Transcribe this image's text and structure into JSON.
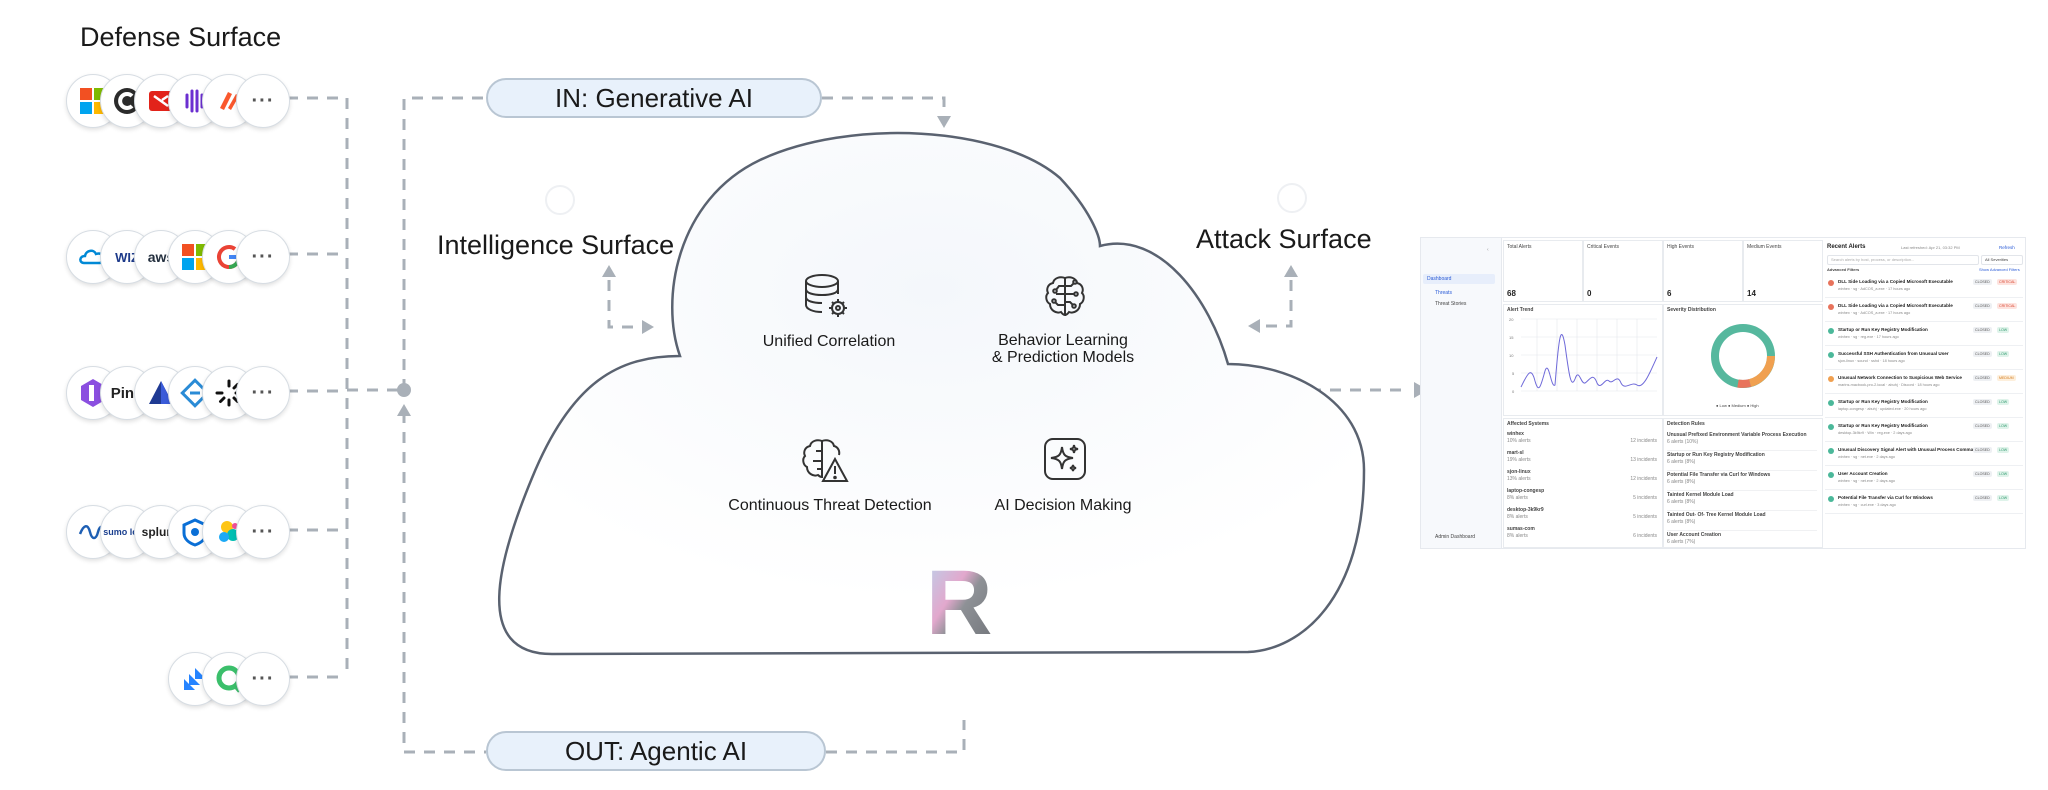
{
  "titles": {
    "defense": "Defense Surface",
    "intelligence": "Intelligence Surface",
    "attack": "Attack Surface"
  },
  "pills": {
    "in": "IN: Generative AI",
    "out": "OUT: Agentic AI"
  },
  "features": [
    {
      "label": "Unified Correlation",
      "icon": "database-gear-icon"
    },
    {
      "label": "Behavior Learning\n& Prediction Models",
      "icon": "brain-circuit-icon"
    },
    {
      "label": "Continuous Threat Detection",
      "icon": "brain-warning-icon"
    },
    {
      "label": "AI Decision Making",
      "icon": "sparkles-icon"
    }
  ],
  "brand_letter": "R",
  "defense_rows": [
    {
      "logos": [
        "microsoft-logo",
        "crowdstrike-logo",
        "fortinet-logo",
        "sentinelone-logo",
        "paloalto-logo"
      ],
      "more": "···"
    },
    {
      "logos": [
        "azure-logo",
        "wiz-logo",
        "aws-logo",
        "microsoft-logo",
        "google-logo"
      ],
      "more": "···",
      "texts": {
        "wiz-logo": "WIZ",
        "aws-logo": "aws"
      }
    },
    {
      "logos": [
        "idp-logo",
        "ping-logo",
        "prisma-logo",
        "fortiauth-logo",
        "loader-logo"
      ],
      "more": "···",
      "texts": {
        "ping-logo": "Ping"
      }
    },
    {
      "logos": [
        "sumo-wave-logo",
        "sumo-logic-logo",
        "splunk-logo",
        "sentinel-logo",
        "elastic-logo"
      ],
      "more": "···",
      "texts": {
        "sumo-logic-logo": "sumo logic",
        "splunk-logo": "splunk"
      }
    },
    {
      "logos": [
        "jira-logo",
        "qualys-logo"
      ],
      "more": "···"
    }
  ],
  "colors": {
    "pill_fill": "#e8f1fb",
    "pill_border": "#b9c6d3",
    "connector": "#a9b0b8",
    "cloud_stroke": "#5a6270"
  },
  "dashboard": {
    "nav": {
      "item": "Dashboard",
      "sub1": "Threats",
      "sub2": "Threat Stories",
      "admin": "Admin Dashboard"
    },
    "kpis": [
      {
        "label": "Total Alerts",
        "value": "68"
      },
      {
        "label": "Critical Events",
        "value": "0"
      },
      {
        "label": "High Events",
        "value": "6"
      },
      {
        "label": "Medium Events",
        "value": "14"
      }
    ],
    "trend_title": "Alert Trend",
    "trend_ticks": [
      "20",
      "15",
      "10",
      "5",
      "0"
    ],
    "severity_title": "Severity Distribution",
    "severity_legend": "● Low  ● Medium  ● High",
    "affected_title": "Affected Systems",
    "affected": [
      {
        "name": "winhex",
        "sub": "10% alerts",
        "count": "12 incidents"
      },
      {
        "name": "mart-sl",
        "sub": "19% alerts",
        "count": "13 incidents"
      },
      {
        "name": "sjon-linux",
        "sub": "13% alerts",
        "count": "12 incidents"
      },
      {
        "name": "laptop-congesp",
        "sub": "8% alerts",
        "count": "5 incidents"
      },
      {
        "name": "desktop-3k9kr9",
        "sub": "8% alerts",
        "count": "5 incidents"
      },
      {
        "name": "sumas-com",
        "sub": "8% alerts",
        "count": "6 incidents"
      }
    ],
    "rules_title": "Detection Rules",
    "rules": [
      {
        "name": "Unusual Prefixed Environment Variable Process Execution",
        "sub": "6 alerts (10%)"
      },
      {
        "name": "Startup or Run Key Registry Modification",
        "sub": "6 alerts (8%)"
      },
      {
        "name": "Potential File Transfer via Curl for Windows",
        "sub": "6 alerts (8%)"
      },
      {
        "name": "Tainted Kernel Module Load",
        "sub": "6 alerts (8%)"
      },
      {
        "name": "Tainted Out- Of- Tree Kernel Module Load",
        "sub": "6 alerts (8%)"
      },
      {
        "name": "User Account Creation",
        "sub": "6 alerts (7%)"
      }
    ],
    "recent": {
      "title": "Recent Alerts",
      "updated": "Last refreshed: Apr 21, 03:32 PM",
      "refresh": "Refresh",
      "search_placeholder": "Search alerts by host, process, or description...",
      "filter": "All Severities",
      "advanced": "Advanced Filters",
      "show_adv": "Show Advanced Filters",
      "alerts": [
        {
          "title": "DLL Side Loading via a Copied Microsoft Executable",
          "status": "CLOSED",
          "sev": "CRITICAL",
          "meta": "winhex  ·  sg  ·  AdCOS_a.exe  ·  17 hours ago",
          "dot": "#e8735c"
        },
        {
          "title": "DLL Side Loading via a Copied Microsoft Executable",
          "status": "CLOSED",
          "sev": "CRITICAL",
          "meta": "winhex  ·  sg  ·  AdCOS_a.exe  ·  17 hours ago",
          "dot": "#e8735c"
        },
        {
          "title": "Startup or Run Key Registry Modification",
          "status": "CLOSED",
          "sev": "LOW",
          "meta": "winhex  ·  sg  ·  reg.exe  ·  17 hours ago",
          "dot": "#4bb89a"
        },
        {
          "title": "Successful SSH Authentication from Unusual User",
          "status": "CLOSED",
          "sev": "LOW",
          "meta": "sjon-linux  ·  sound  ·  sshd  ·  18 hours ago",
          "dot": "#4bb89a"
        },
        {
          "title": "Unusual Network Connection to Suspicious Web Service",
          "status": "CLOSED",
          "sev": "MEDIUM",
          "meta": "marins-macbook-pro-2.local  ·  abuhj  ·  Discord  ·  18 hours ago",
          "dot": "#f0a050"
        },
        {
          "title": "Startup or Run Key Registry Modification",
          "status": "CLOSED",
          "sev": "LOW",
          "meta": "laptop-congesp  ·  abuhj  ·  updated.exe  ·  20 hours ago",
          "dot": "#4bb89a"
        },
        {
          "title": "Startup or Run Key Registry Modification",
          "status": "CLOSED",
          "sev": "LOW",
          "meta": "desktop-3k9kr9  ·  Win  ·  reg.exe  ·  2 days ago",
          "dot": "#4bb89a"
        },
        {
          "title": "Unusual Discovery Signal Alert with Unusual Process Command Line",
          "status": "CLOSED",
          "sev": "LOW",
          "meta": "winhex  ·  sg  ·  net.exe  ·  2 days ago",
          "dot": "#4bb89a"
        },
        {
          "title": "User Account Creation",
          "status": "CLOSED",
          "sev": "LOW",
          "meta": "winhex  ·  sg  ·  net.exe  ·  2 days ago",
          "dot": "#4bb89a"
        },
        {
          "title": "Potential File Transfer via Curl for Windows",
          "status": "CLOSED",
          "sev": "LOW",
          "meta": "winhex  ·  sg  ·  curl.exe  ·  3 days ago",
          "dot": "#4bb89a"
        }
      ]
    }
  }
}
